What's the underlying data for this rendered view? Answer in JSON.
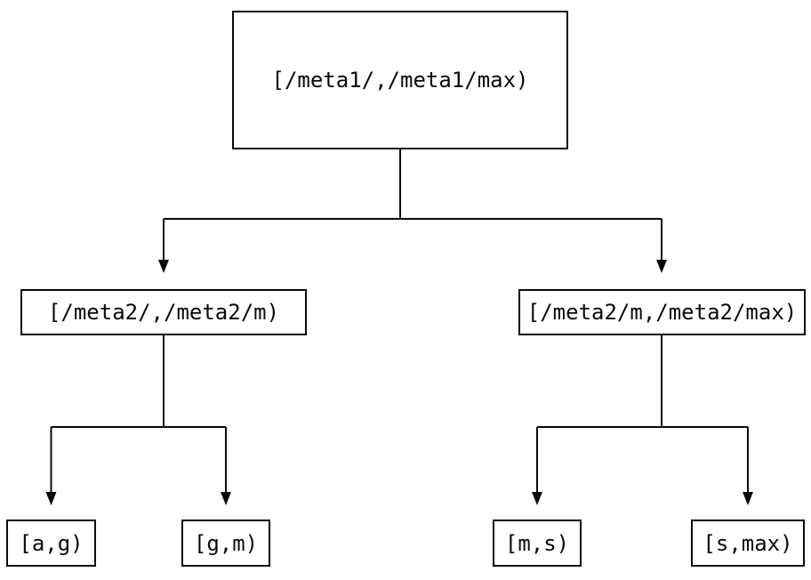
{
  "diagram": {
    "type": "binary-interval-tree",
    "background_color": "#ffffff",
    "line_color": "#0a0a0a",
    "nodes": {
      "root": {
        "label": "[/meta1/,/meta1/max)"
      },
      "meta2_low": {
        "label": "[/meta2/,/meta2/m)"
      },
      "meta2_high": {
        "label": "[/meta2/m,/meta2/max)"
      },
      "leaf_a_g": {
        "label": "[a,g)"
      },
      "leaf_g_m": {
        "label": "[g,m)"
      },
      "leaf_m_s": {
        "label": "[m,s)"
      },
      "leaf_s_max": {
        "label": "[s,max)"
      }
    },
    "edges": [
      {
        "from": "[/meta1/,/meta1/max)",
        "to": "[/meta2/,/meta2/m)"
      },
      {
        "from": "[/meta1/,/meta1/max)",
        "to": "[/meta2/m,/meta2/max)"
      },
      {
        "from": "[/meta2/,/meta2/m)",
        "to": "[a,g)"
      },
      {
        "from": "[/meta2/,/meta2/m)",
        "to": "[g,m)"
      },
      {
        "from": "[/meta2/m,/meta2/max)",
        "to": "[m,s)"
      },
      {
        "from": "[/meta2/m,/meta2/max)",
        "to": "[s,max)"
      }
    ]
  }
}
